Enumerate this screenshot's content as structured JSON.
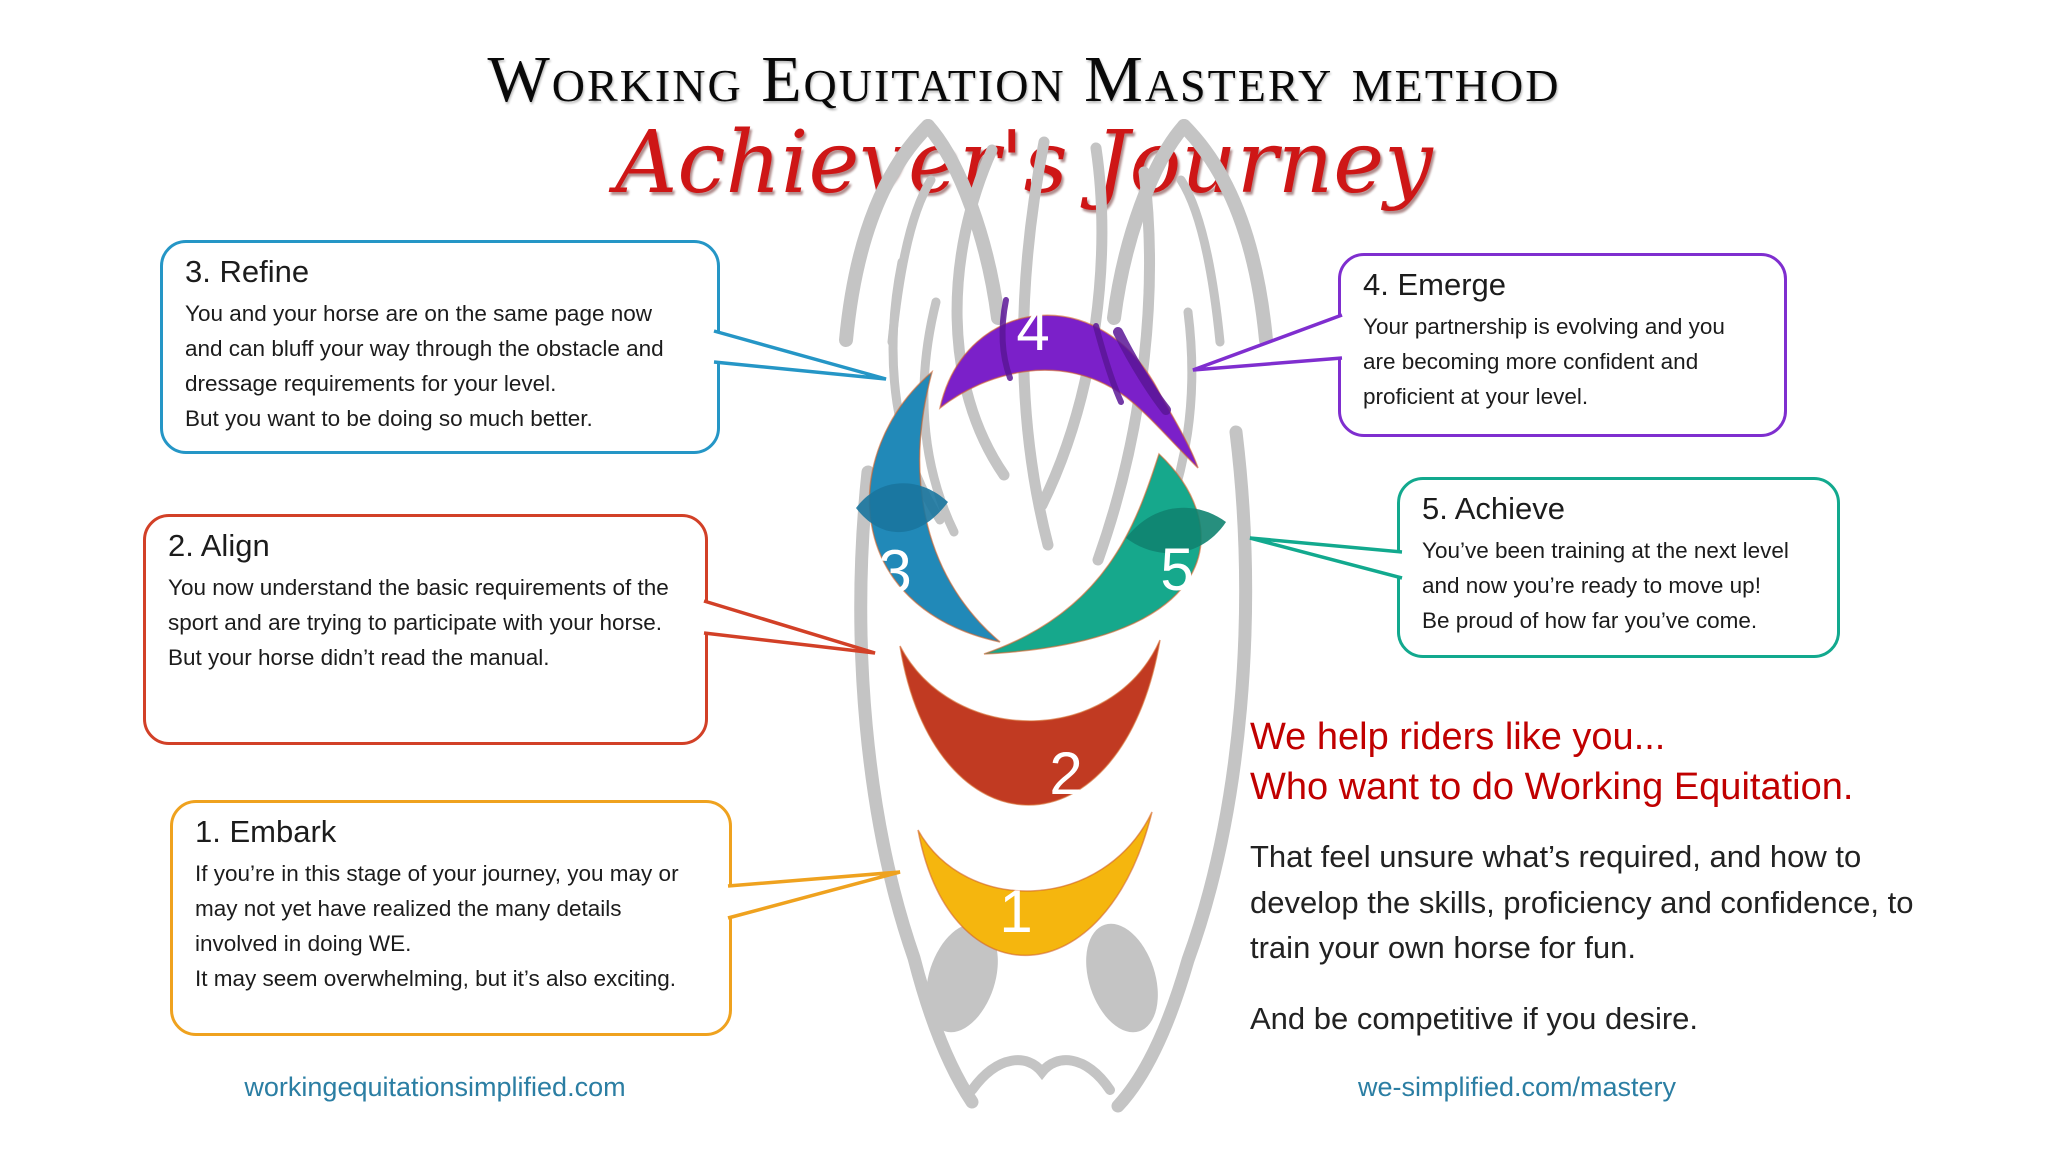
{
  "title": "Working Equitation Mastery method",
  "subtitle": "Achiever's Journey",
  "stages": [
    {
      "num": "1",
      "name": "Embark",
      "callout_title": "1. Embark",
      "body_lines": [
        "If you’re in this stage of your journey, you may or may not yet have realized the many details involved in doing WE.",
        "It may seem overwhelming, but it’s also exciting."
      ]
    },
    {
      "num": "2",
      "name": "Align",
      "callout_title": "2. Align",
      "body_lines": [
        "You now understand the basic requirements of the sport and are trying to participate with your horse.",
        "But your horse didn’t read the manual."
      ]
    },
    {
      "num": "3",
      "name": "Refine",
      "callout_title": "3. Refine",
      "body_lines": [
        "You and your horse are on the same page now and can bluff your way through the obstacle and dressage requirements for your level.",
        "But you want to be doing so much better."
      ]
    },
    {
      "num": "4",
      "name": "Emerge",
      "callout_title": "4. Emerge",
      "body_lines": [
        "Your partnership is evolving and you are becoming more confident and proficient at your level."
      ]
    },
    {
      "num": "5",
      "name": "Achieve",
      "callout_title": "5. Achieve",
      "body_lines": [
        "You’ve been training at the next level and now you’re ready to move up!",
        "Be proud of how far you’ve come."
      ]
    }
  ],
  "cta": {
    "heading_lines": [
      "We help riders like you...",
      "Who want to do Working Equitation."
    ],
    "paragraphs": [
      "That feel unsure what’s required, and how to develop the skills, proficiency and confidence, to train your own horse for fun.",
      "And be competitive if you desire."
    ]
  },
  "footer": {
    "left_link": "workingequitationsimplified.com",
    "right_link": "we-simplified.com/mastery"
  },
  "palette": {
    "gray": "#C4C4C4",
    "s1_fill": "#F5B60E",
    "s1_border": "#EFA21F",
    "s2_fill": "#C13A22",
    "s2_border": "#D24027",
    "s3_fill": "#2189B8",
    "s3_border": "#2596C6",
    "s3_dark": "#19759E",
    "s4_fill": "#7B20C9",
    "s4_border": "#7F2ECF",
    "s4_dark": "#5A1697",
    "s5_fill": "#16A88C",
    "s5_border": "#12A98E",
    "s5_dark": "#0F8370",
    "heading_red": "#C00000",
    "subtitle_red": "#CE1616",
    "link_blue": "#2B7EA3"
  }
}
